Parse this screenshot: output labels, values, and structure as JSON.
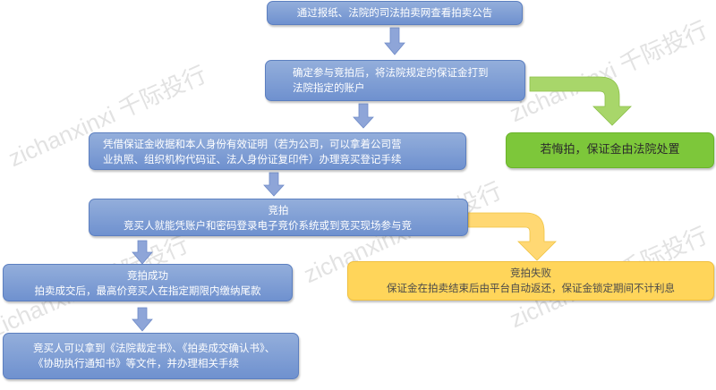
{
  "watermark": "zichanxinxi 千际投行",
  "colors": {
    "blue_box": "#7b9ad4",
    "green_box": "#7dc73a",
    "yellow_box": "#ffd55a",
    "down_arrow": "#8ea5d8",
    "green_arrow": "#a8d66a",
    "yellow_arrow": "#ffd873"
  },
  "steps": {
    "announcement": "通过报纸、法院的司法拍卖网查看拍卖公告",
    "deposit": {
      "line1": "确定参与竞拍后，将法院规定的保证金打到",
      "line2": "法院指定的账户"
    },
    "registration": {
      "line1": "凭借保证金收据和本人身份有效证明（若为公司，可以拿着公司营",
      "line2": "业执照、组织机构代码证、法人身份证复印件）办理竞买登记手续"
    },
    "bidding": {
      "title": "竞拍",
      "text": "竞买人就能凭账户和密码登录电子竞价系统或到竞买现场参与竞"
    },
    "success": {
      "title": "竞拍成功",
      "text": "拍卖成交后，最高价竞买人在指定期限内缴纳尾款"
    },
    "documents": {
      "line1": "竞买人可以拿到《法院裁定书》、《拍卖成交确认书》、",
      "line2": "《协助执行通知书》等文件，并办理相关手续"
    }
  },
  "side": {
    "forfeit": "若悔拍，保证金由法院处置",
    "failure": {
      "title": "竞拍失败",
      "text": "保证金在拍卖结束后由平台自动返还，保证金锁定期间不计利息"
    }
  }
}
